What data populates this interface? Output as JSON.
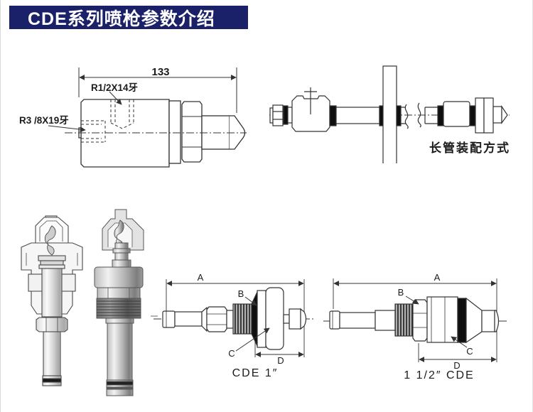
{
  "banner": {
    "title": "CDE系列喷枪参数介绍"
  },
  "colors": {
    "banner_bg": "#1a2168",
    "banner_fg": "#ffffff",
    "drawing_line": "#333333",
    "seal_ring": "#0f0f0f"
  },
  "fitting_drawing": {
    "length_dim": "133",
    "top_thread_label": "R1/2X14牙",
    "side_thread_label": "R3 /8X19牙"
  },
  "assembly_drawing": {
    "caption": "长管装配方式"
  },
  "cde1_drawing": {
    "caption": "CDE 1″",
    "dim_a": "A",
    "dim_b": "B",
    "dim_c": "C",
    "dim_d": "D"
  },
  "cde15_drawing": {
    "caption": "1 1/2″ CDE",
    "dim_a": "A",
    "dim_b": "B",
    "dim_c": "C",
    "dim_d": "D"
  }
}
